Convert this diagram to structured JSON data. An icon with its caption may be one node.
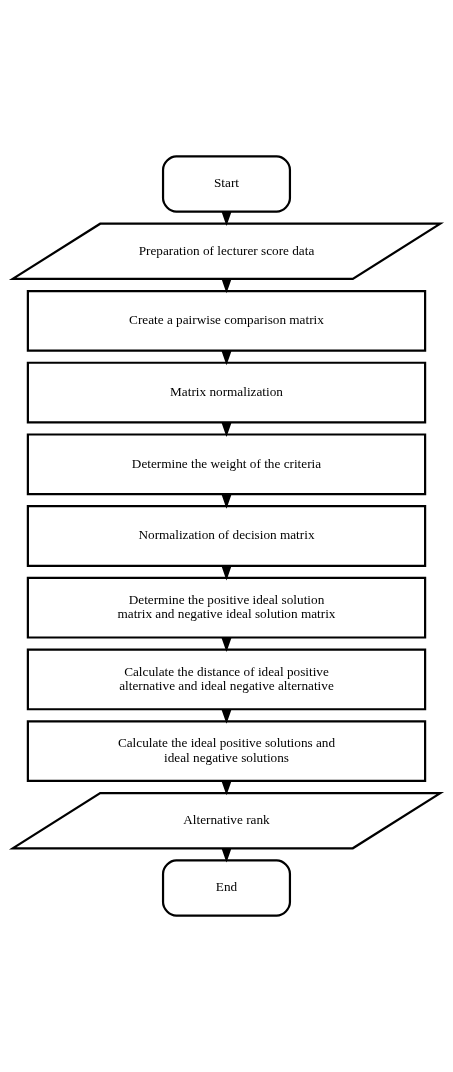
{
  "diagram": {
    "nodes": [
      {
        "text": [
          "Start"
        ]
      },
      {
        "text": [
          "Preparation of lecturer score data"
        ]
      },
      {
        "text": [
          "Create a pairwise comparison matrix"
        ]
      },
      {
        "text": [
          "Matrix normalization"
        ]
      },
      {
        "text": [
          "Determine the weight of the criteria"
        ]
      },
      {
        "text": [
          "Normalization of decision matrix"
        ]
      },
      {
        "text": [
          "Determine the positive ideal solution matrix and negative ideal solution matrix"
        ]
      },
      {
        "text": [
          "Calculate the distance of ideal positive alternative and ideal negative alternative"
        ]
      },
      {
        "text": [
          "Calculate the ideal positive solutions and ideal negative solutions"
        ]
      },
      {
        "text": [
          "Alternative rank"
        ]
      },
      {
        "text": [
          "End"
        ]
      }
    ],
    "edges": [
      {
        "from": 0,
        "to": 1,
        "arrow": "to"
      },
      {
        "from": 1,
        "to": 2,
        "arrow": "to"
      },
      {
        "from": 2,
        "to": 3,
        "arrow": "to"
      },
      {
        "from": 3,
        "to": 4,
        "arrow": "to"
      },
      {
        "from": 4,
        "to": 5,
        "arrow": "to"
      },
      {
        "from": 5,
        "to": 6,
        "arrow": "to"
      },
      {
        "from": 6,
        "to": 7,
        "arrow": "to"
      },
      {
        "from": 7,
        "to": 8,
        "arrow": "to"
      },
      {
        "from": 8,
        "to": 9,
        "arrow": "to"
      },
      {
        "from": 9,
        "to": 10,
        "arrow": "to"
      }
    ]
  }
}
